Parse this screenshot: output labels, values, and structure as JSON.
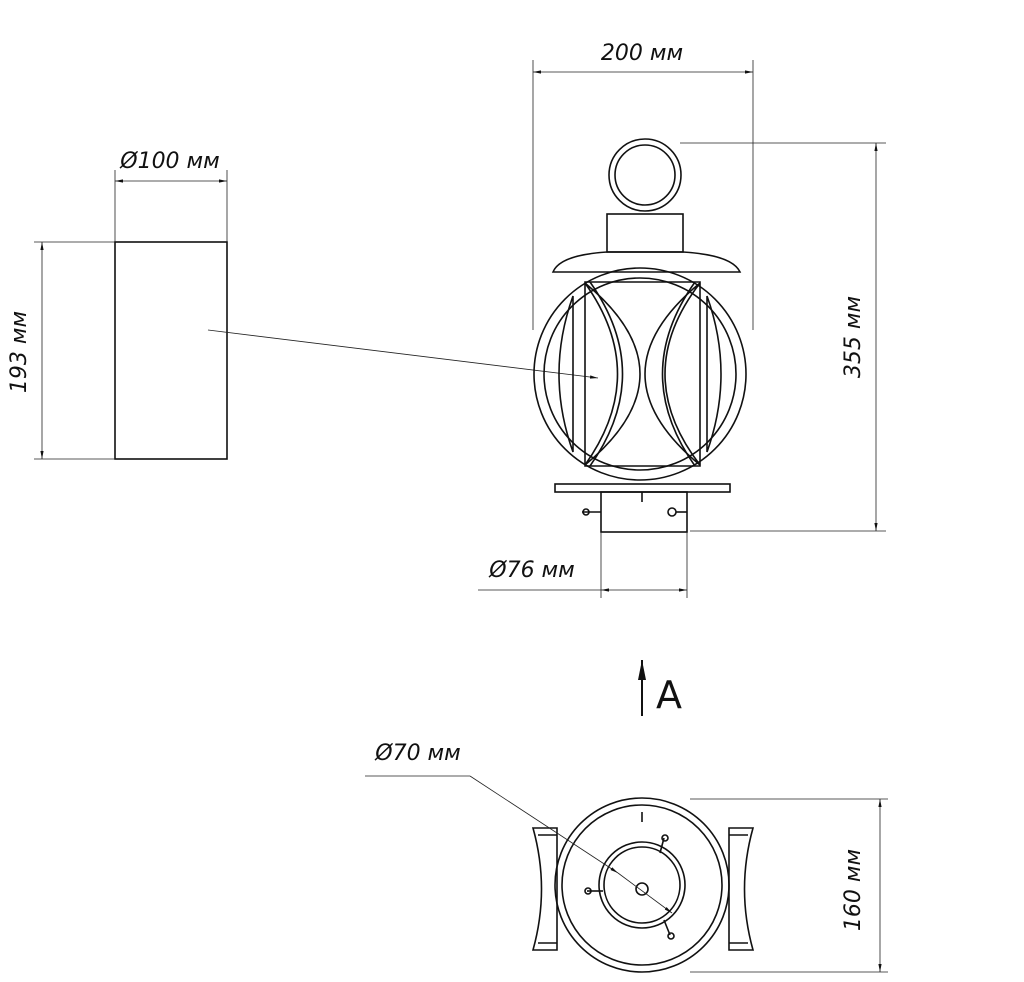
{
  "drawing": {
    "cylinder": {
      "diameter_label": "Ø100 мм",
      "height_label": "193 мм"
    },
    "lantern": {
      "width_label": "200 мм",
      "height_label": "355 мм",
      "pipe_diameter_label": "Ø76 мм"
    },
    "view_marker": {
      "label": "A"
    },
    "bottom_view": {
      "inner_diameter_label": "Ø70 мм",
      "depth_label": "160 мм"
    }
  }
}
